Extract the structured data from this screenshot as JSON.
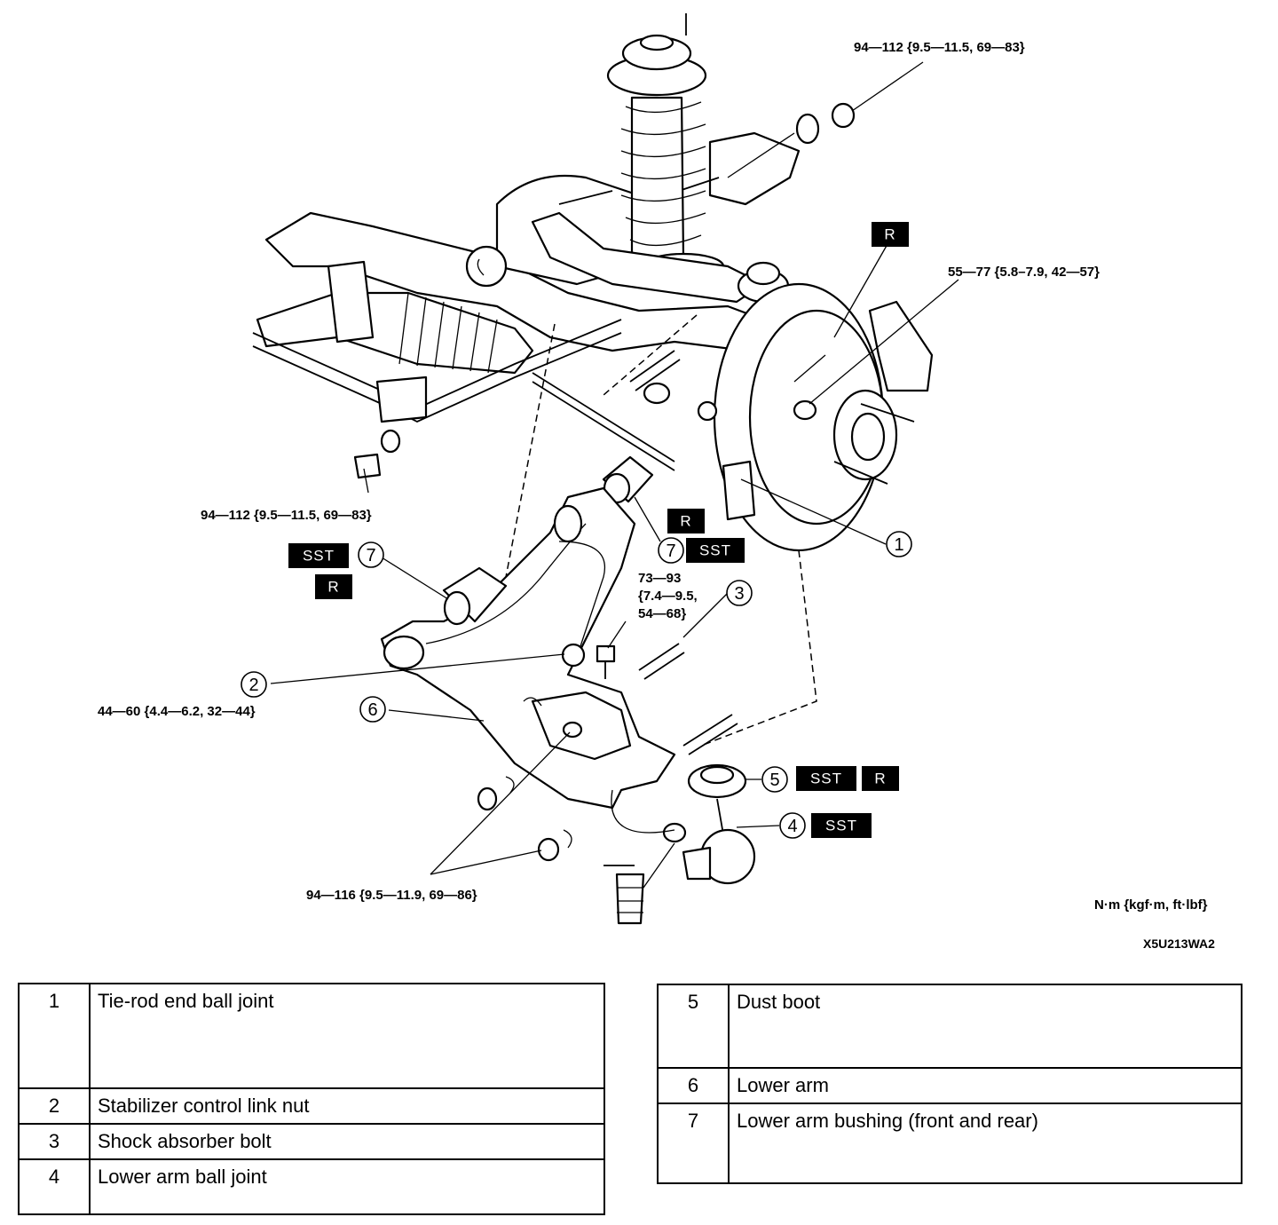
{
  "torque_labels": {
    "top_right_nut": "94—112 {9.5—11.5, 69—83}",
    "hub_nut": "55—77 {5.8–7.9, 42—57}",
    "stabilizer_nut": "94—112 {9.5—11.5, 69—83}",
    "lower_arm_bolt_line1": "73—93",
    "lower_arm_bolt_line2": "{7.4—9.5,",
    "lower_arm_bolt_line3": "54—68}",
    "control_link_nut": "44—60 {4.4—6.2, 32—44}",
    "lower_arm_nuts": "94—116 {9.5—11.9, 69—86}"
  },
  "callouts": [
    "1",
    "2",
    "3",
    "4",
    "5",
    "6",
    "7"
  ],
  "tags": {
    "r": "R",
    "sst": "SST"
  },
  "units_note": "N·m {kgf·m, ft·lbf}",
  "figure_code": "X5U213WA2",
  "legend_left": [
    {
      "num": "1",
      "label": "Tie-rod end ball joint"
    },
    {
      "num": "2",
      "label": "Stabilizer control link nut"
    },
    {
      "num": "3",
      "label": "Shock absorber bolt"
    },
    {
      "num": "4",
      "label": "Lower arm ball joint"
    }
  ],
  "legend_right": [
    {
      "num": "5",
      "label": "Dust boot"
    },
    {
      "num": "6",
      "label": "Lower arm"
    },
    {
      "num": "7",
      "label": "Lower arm bushing (front and rear)"
    }
  ]
}
